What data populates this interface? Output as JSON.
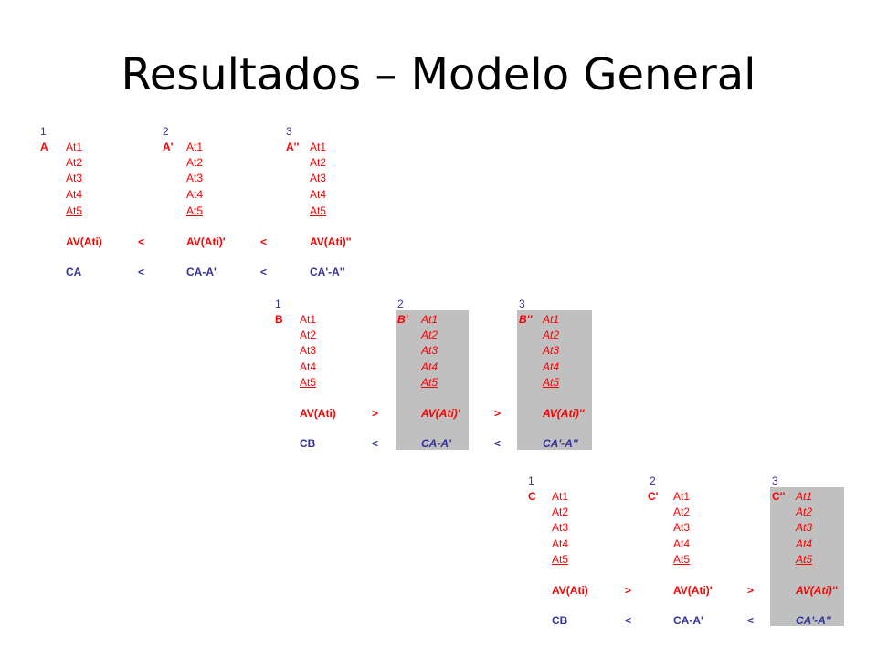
{
  "title": "Resultados – Modelo General",
  "blocks": [
    {
      "col_headers": [
        "1",
        "2",
        "3"
      ],
      "objects": [
        "A",
        "A'",
        "A''"
      ],
      "attributes": [
        "At1",
        "At2",
        "At3",
        "At4",
        "At5"
      ],
      "av_row": [
        "AV(Ati)",
        "<",
        "AV(Ati)'",
        "<",
        "AV(Ati)''"
      ],
      "c_row": [
        "CA",
        "<",
        "CA-A'",
        "<",
        "CA'-A''"
      ]
    },
    {
      "col_headers": [
        "1",
        "2",
        "3"
      ],
      "objects": [
        "B",
        "B'",
        "B''"
      ],
      "attributes": [
        "At1",
        "At2",
        "At3",
        "At4",
        "At5"
      ],
      "av_row": [
        "AV(Ati)",
        ">",
        "AV(Ati)'",
        ">",
        "AV(Ati)''"
      ],
      "c_row": [
        "CB",
        "<",
        "CA-A'",
        "<",
        "CA'-A''"
      ]
    },
    {
      "col_headers": [
        "1",
        "2",
        "3"
      ],
      "objects": [
        "C",
        "C'",
        "C''"
      ],
      "attributes": [
        "At1",
        "At2",
        "At3",
        "At4",
        "At5"
      ],
      "av_row": [
        "AV(Ati)",
        ">",
        "AV(Ati)'",
        ">",
        "AV(Ati)''"
      ],
      "c_row": [
        "CB",
        "<",
        "CA-A'",
        "<",
        "CA'-A''"
      ]
    }
  ]
}
